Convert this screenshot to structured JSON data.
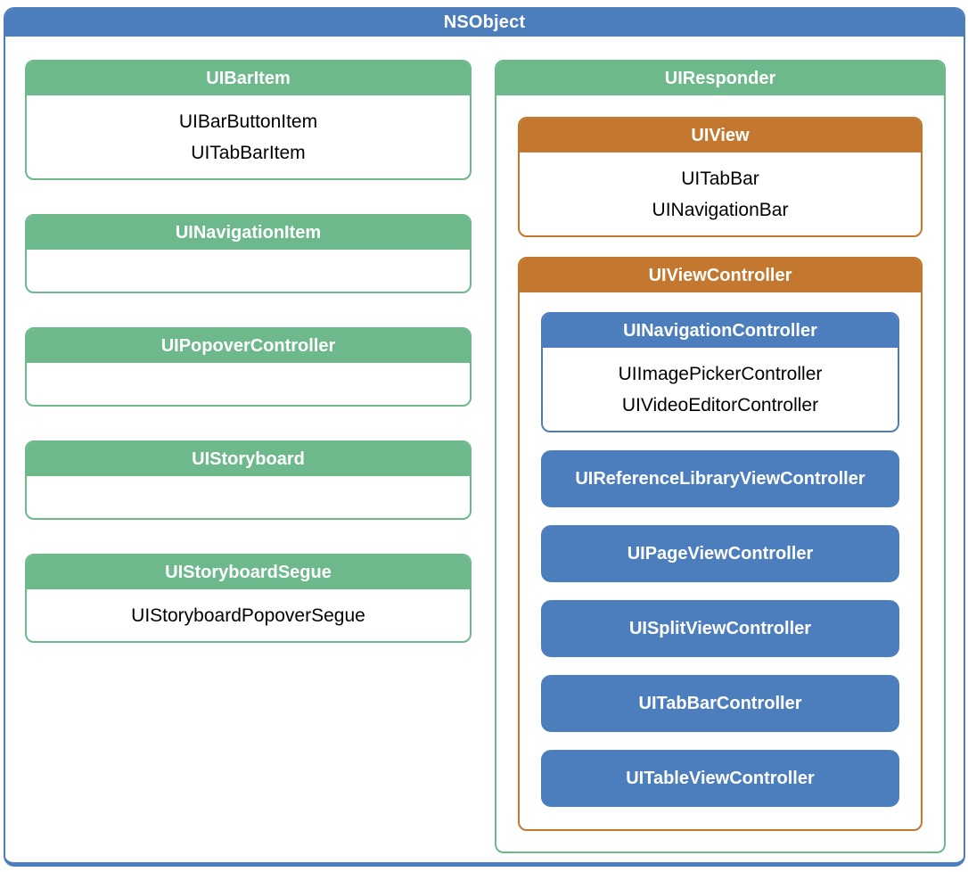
{
  "root": {
    "label": "NSObject"
  },
  "colors": {
    "accent_blue": "#4C7EBD",
    "accent_green": "#6DB98C",
    "accent_orange": "#C4772E",
    "header_text": "#FFFFFF",
    "body_text": "#000000"
  },
  "left_column": [
    {
      "title": "UIBarItem",
      "children": [
        "UIBarButtonItem",
        "UITabBarItem"
      ]
    },
    {
      "title": "UINavigationItem",
      "children": []
    },
    {
      "title": "UIPopoverController",
      "children": []
    },
    {
      "title": "UIStoryboard",
      "children": []
    },
    {
      "title": "UIStoryboardSegue",
      "children": [
        "UIStoryboardPopoverSegue"
      ]
    }
  ],
  "right_column": {
    "responder": {
      "title": "UIResponder"
    },
    "view": {
      "title": "UIView",
      "children": [
        "UITabBar",
        "UINavigationBar"
      ]
    },
    "view_controller": {
      "title": "UIViewController",
      "navigation_controller": {
        "title": "UINavigationController",
        "children": [
          "UIImagePickerController",
          "UIVideoEditorController"
        ]
      },
      "leaf_controllers": [
        "UIReferenceLibraryViewController",
        "UIPageViewController",
        "UISplitViewController",
        "UITabBarController",
        "UITableViewController"
      ]
    }
  }
}
